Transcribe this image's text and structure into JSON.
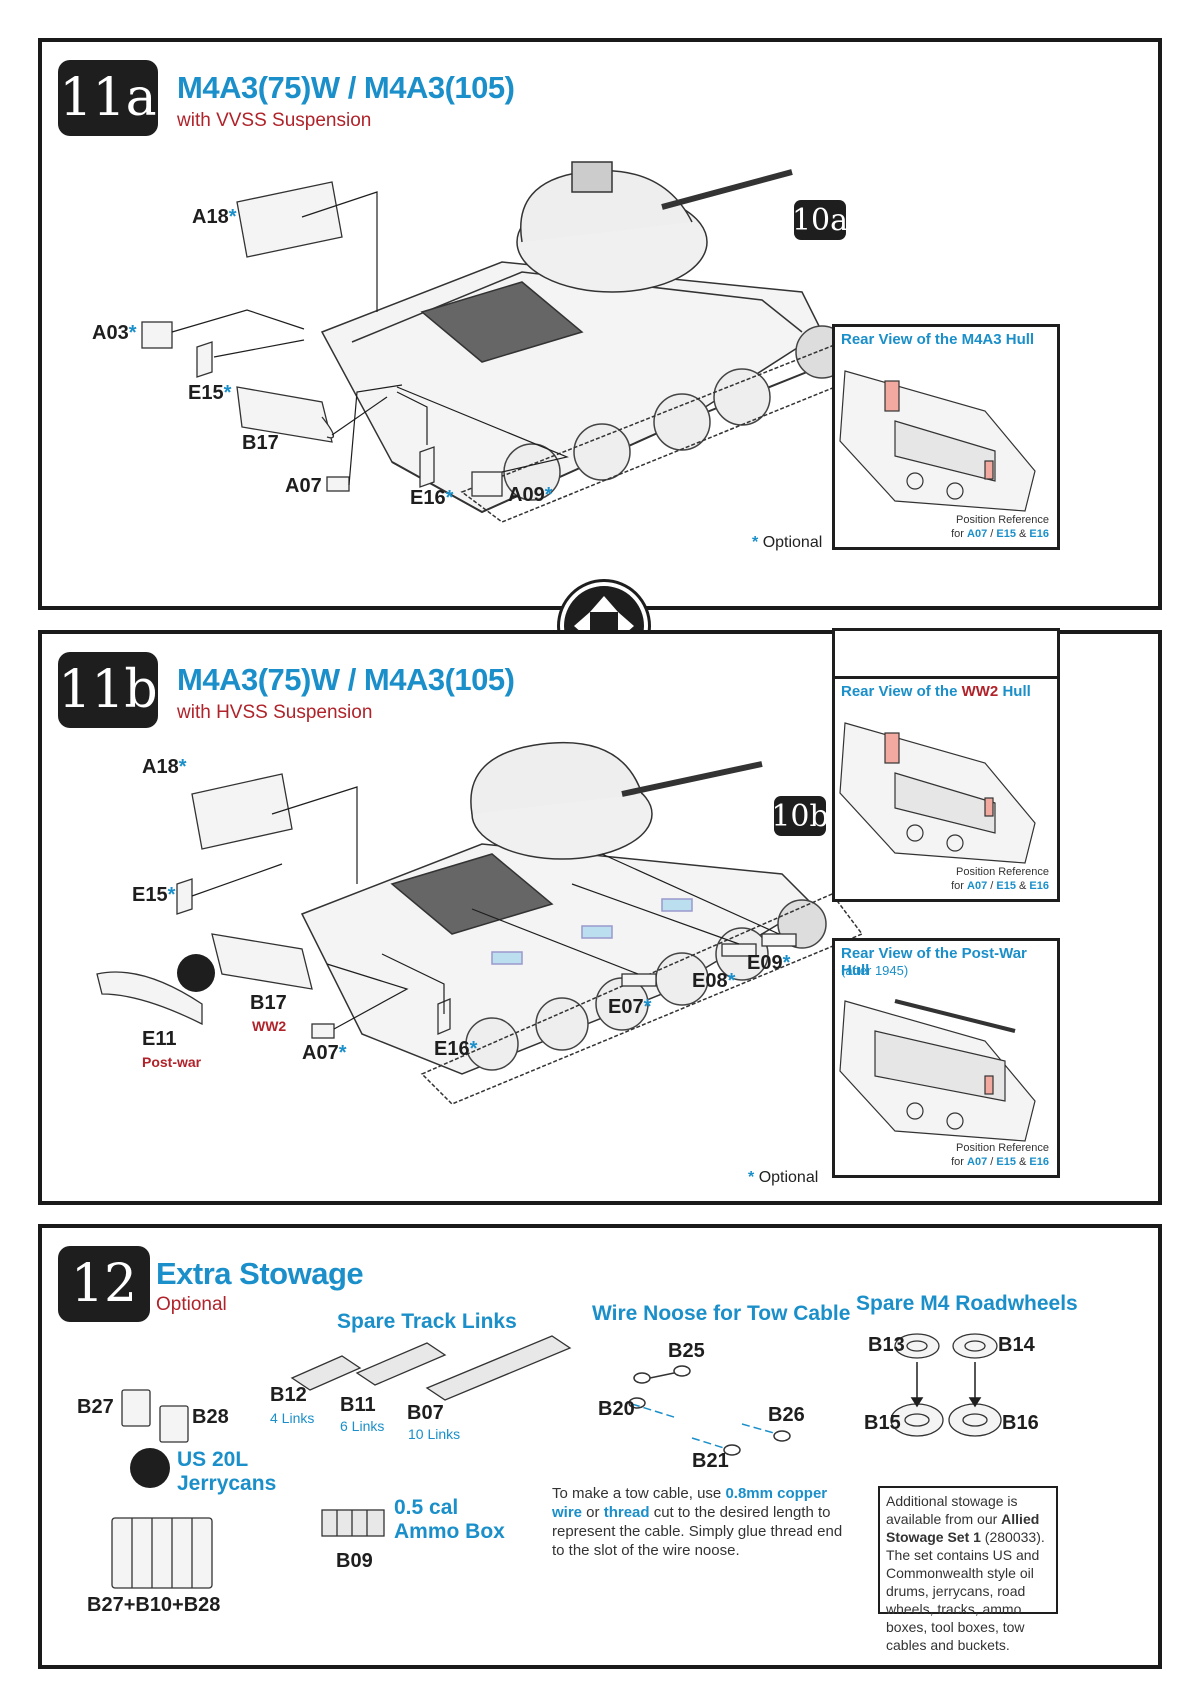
{
  "step11a": {
    "number": "11a",
    "title": "M4A3(75)W / M4A3(105)",
    "subtitle": "with VVSS Suspension",
    "ref": "10a",
    "parts": [
      "A18",
      "A03",
      "E15",
      "B17",
      "A07",
      "E16",
      "A09"
    ],
    "inset": {
      "title": "Rear View of the M4A3 Hull",
      "posref_line1": "Position Reference",
      "posref_for": "for",
      "posref_parts": [
        "A07",
        "E15",
        "E16"
      ]
    },
    "optional": "Optional"
  },
  "step11b": {
    "number": "11b",
    "title": "M4A3(75)W / M4A3(105)",
    "subtitle": "with HVSS Suspension",
    "ref": "10b",
    "parts": [
      "A18",
      "E15",
      "E11",
      "B17",
      "A07",
      "E16",
      "E07",
      "E08",
      "E09"
    ],
    "e11_note": "Post-war",
    "b17_note": "WW2",
    "inset1": {
      "title_a": "Rear View of the",
      "title_b": "WW2",
      "title_c": "Hull",
      "posref_line1": "Position Reference",
      "posref_for": "for",
      "posref_parts": [
        "A07",
        "E15",
        "E16"
      ]
    },
    "inset2": {
      "title": "Rear View of the Post-War Hull",
      "subtitle": "(after 1945)",
      "posref_line1": "Position Reference",
      "posref_for": "for",
      "posref_parts": [
        "A07",
        "E15",
        "E16"
      ]
    },
    "optional": "Optional"
  },
  "step12": {
    "number": "12",
    "title": "Extra Stowage",
    "subtitle": "Optional",
    "jerrycans": {
      "label_a": "US 20L",
      "label_b": "Jerrycans",
      "parts": [
        "B27",
        "B28"
      ],
      "combo": "B27+B10+B28"
    },
    "track_links": {
      "heading": "Spare Track Links",
      "items": [
        {
          "part": "B12",
          "note": "4 Links"
        },
        {
          "part": "B11",
          "note": "6 Links"
        },
        {
          "part": "B07",
          "note": "10 Links"
        }
      ]
    },
    "ammo": {
      "label_a": "0.5 cal",
      "label_b": "Ammo Box",
      "part": "B09"
    },
    "noose": {
      "heading": "Wire Noose for Tow Cable",
      "parts": [
        "B25",
        "B20",
        "B26",
        "B21"
      ],
      "text_1": "To make a tow cable, use ",
      "text_2": "0.8mm copper wire",
      "text_3": " or ",
      "text_4": "thread",
      "text_5": " cut to the desired length to represent the cable.  Simply glue thread end to the slot of the wire noose."
    },
    "roadwheels": {
      "heading": "Spare M4 Roadwheels",
      "parts": [
        "B13",
        "B14",
        "B15",
        "B16"
      ]
    },
    "note": {
      "text_1": "Additional stowage is available from our ",
      "text_2": "Allied Stowage Set 1",
      "text_3": " (280033).",
      "text_4": "  The set contains US and Commonwealth style oil drums, jerrycans, road wheels, tracks, ammo boxes, tool boxes, tow cables and buckets."
    }
  },
  "colors": {
    "blue": "#1a8fc9",
    "red": "#b0232a",
    "dark": "#1e1e1e"
  }
}
